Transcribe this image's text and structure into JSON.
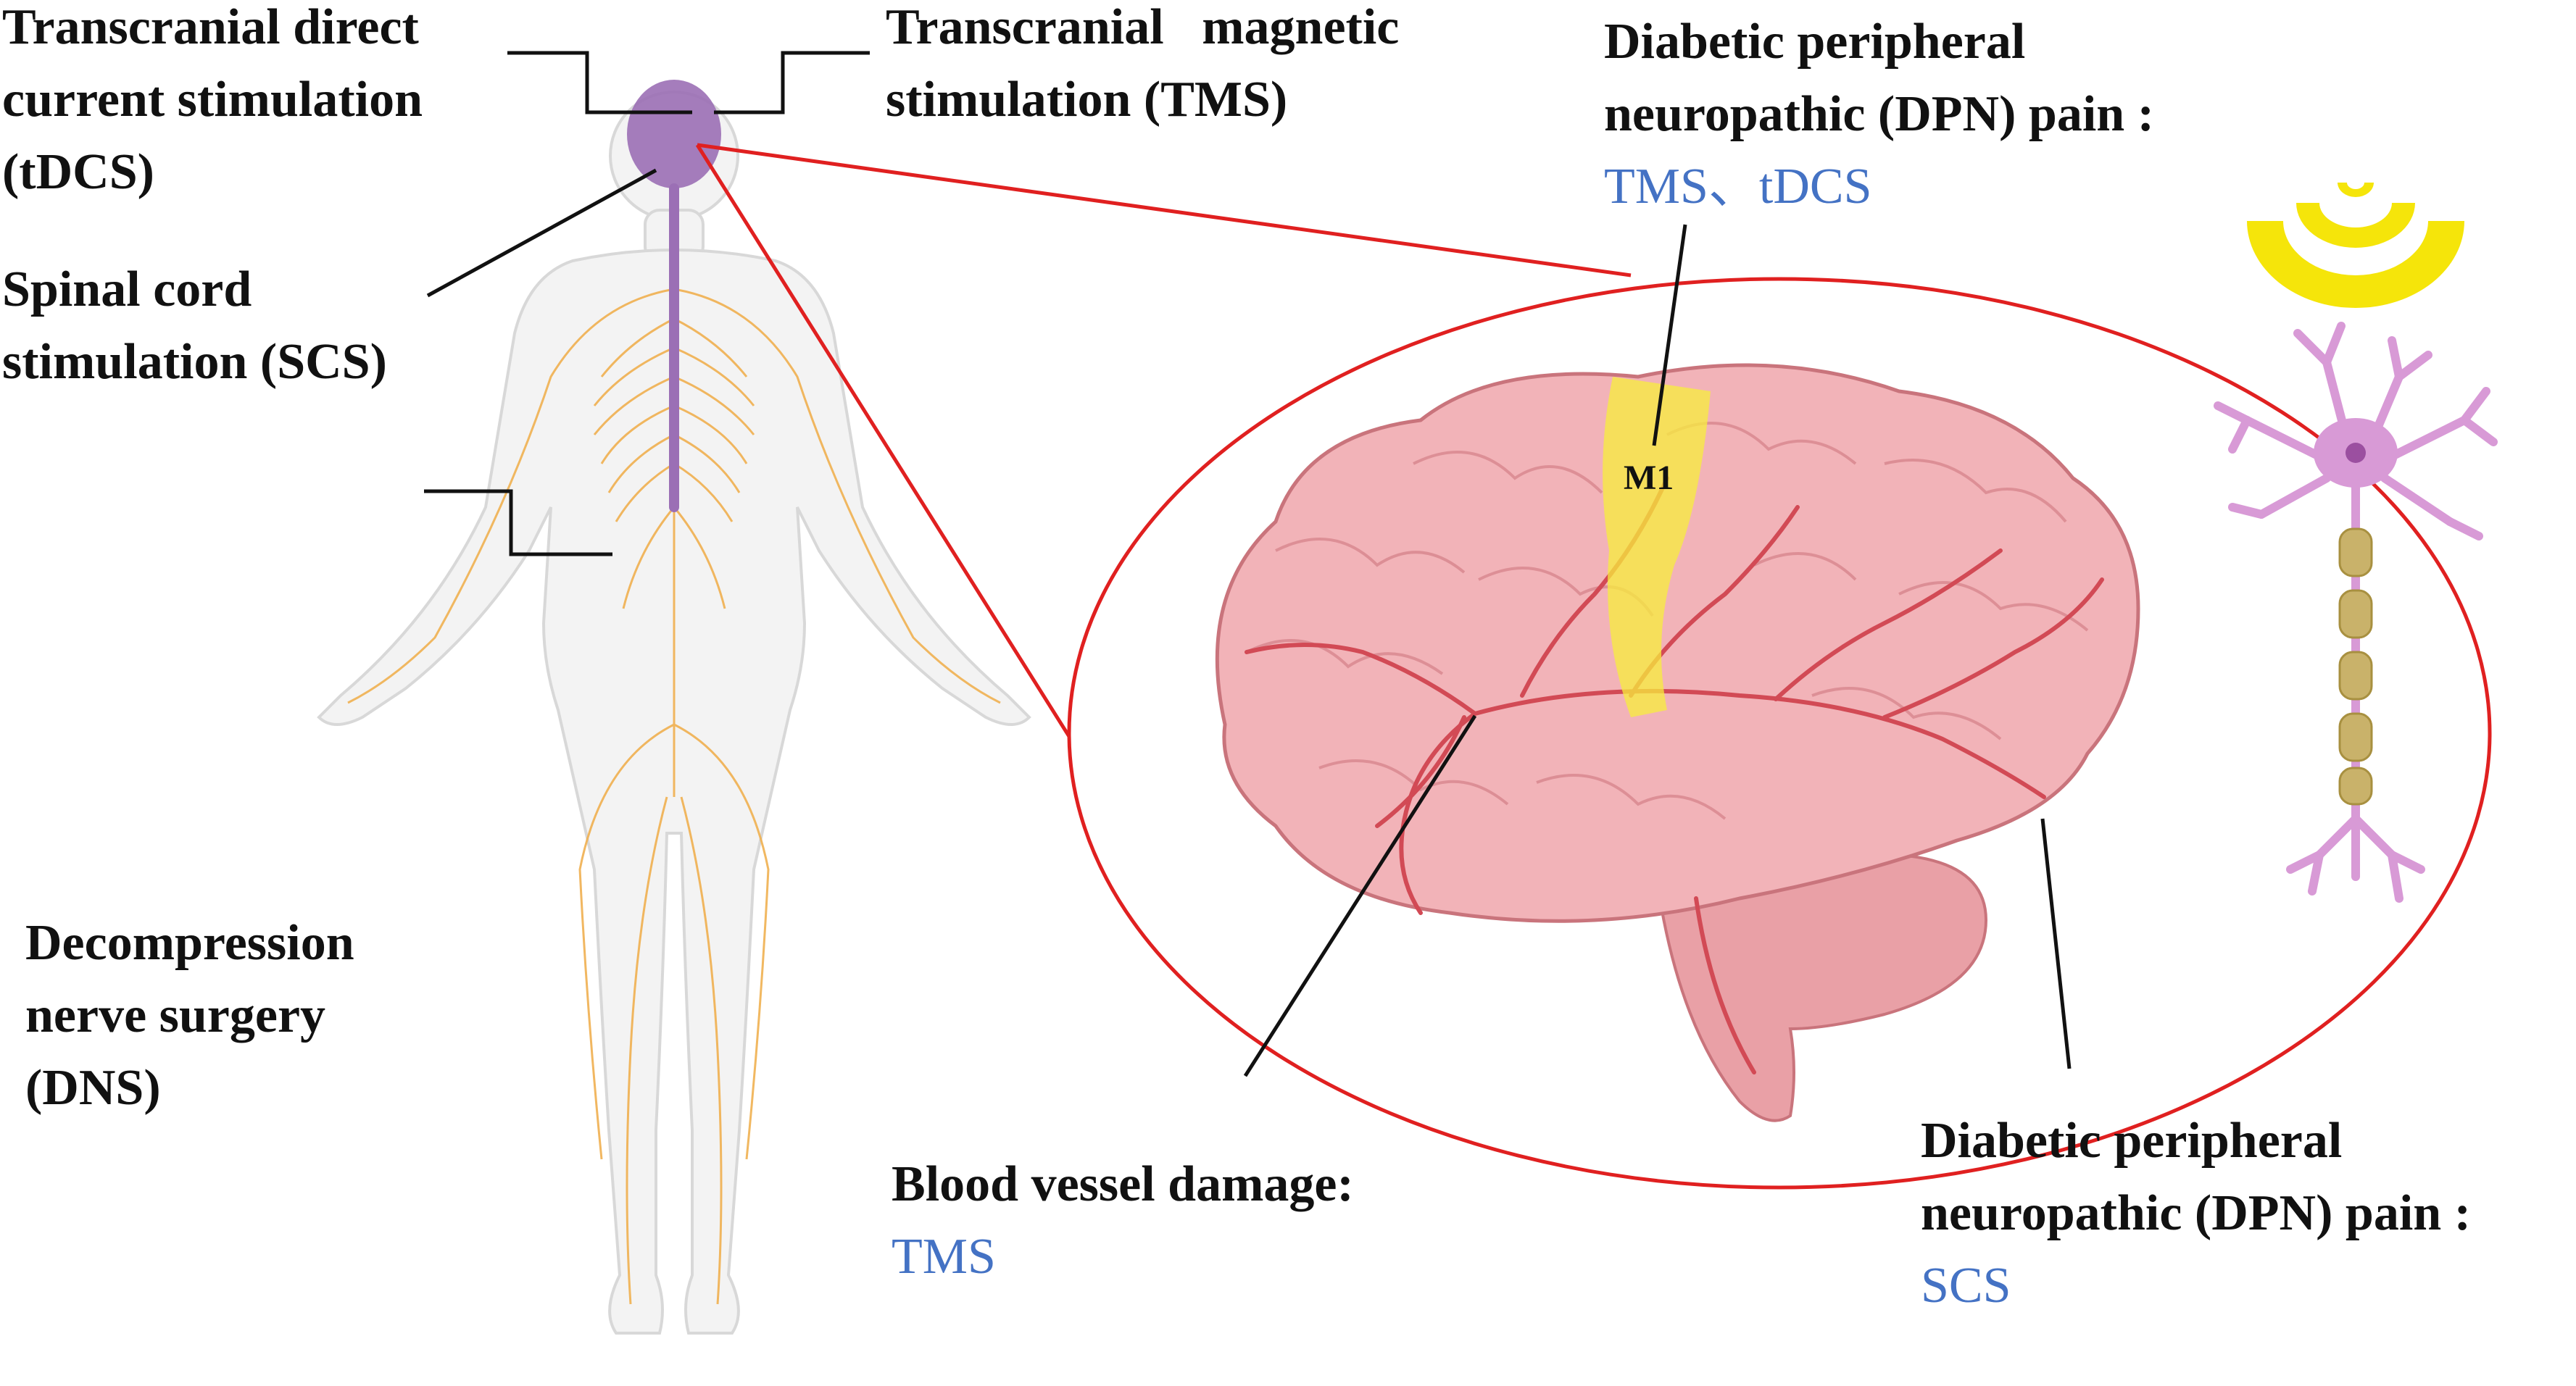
{
  "labels": {
    "tdcs": [
      "Transcranial direct",
      "current stimulation",
      "(tDCS)"
    ],
    "tms": [
      "Transcranial   magnetic",
      "stimulation (TMS)"
    ],
    "dpn_top": [
      "Diabetic peripheral",
      "neuropathic (DPN) pain :"
    ],
    "dpn_top_methods": "TMS、tDCS",
    "scs": [
      "Spinal cord",
      "stimulation (SCS)"
    ],
    "m1": "M1",
    "dns": [
      "Decompression",
      "nerve surgery",
      "(DNS)"
    ],
    "blood": "Blood vessel damage:",
    "blood_methods": "TMS",
    "dpn_bottom": [
      "Diabetic peripheral",
      "neuropathic (DPN) pain :"
    ],
    "dpn_bottom_methods": "SCS"
  },
  "colors": {
    "leader_line": "#111111",
    "zoom_lines": "#e02020",
    "method_text": "#4472c4",
    "m1_highlight": "#f7ee3c",
    "brain": "#f2b3b8",
    "nerves": "#f0b050",
    "head_region": "#9b6fb5",
    "neuron": "#d89ad6",
    "myelin": "#c9b26a",
    "signal_waves": "#f5e50a"
  }
}
